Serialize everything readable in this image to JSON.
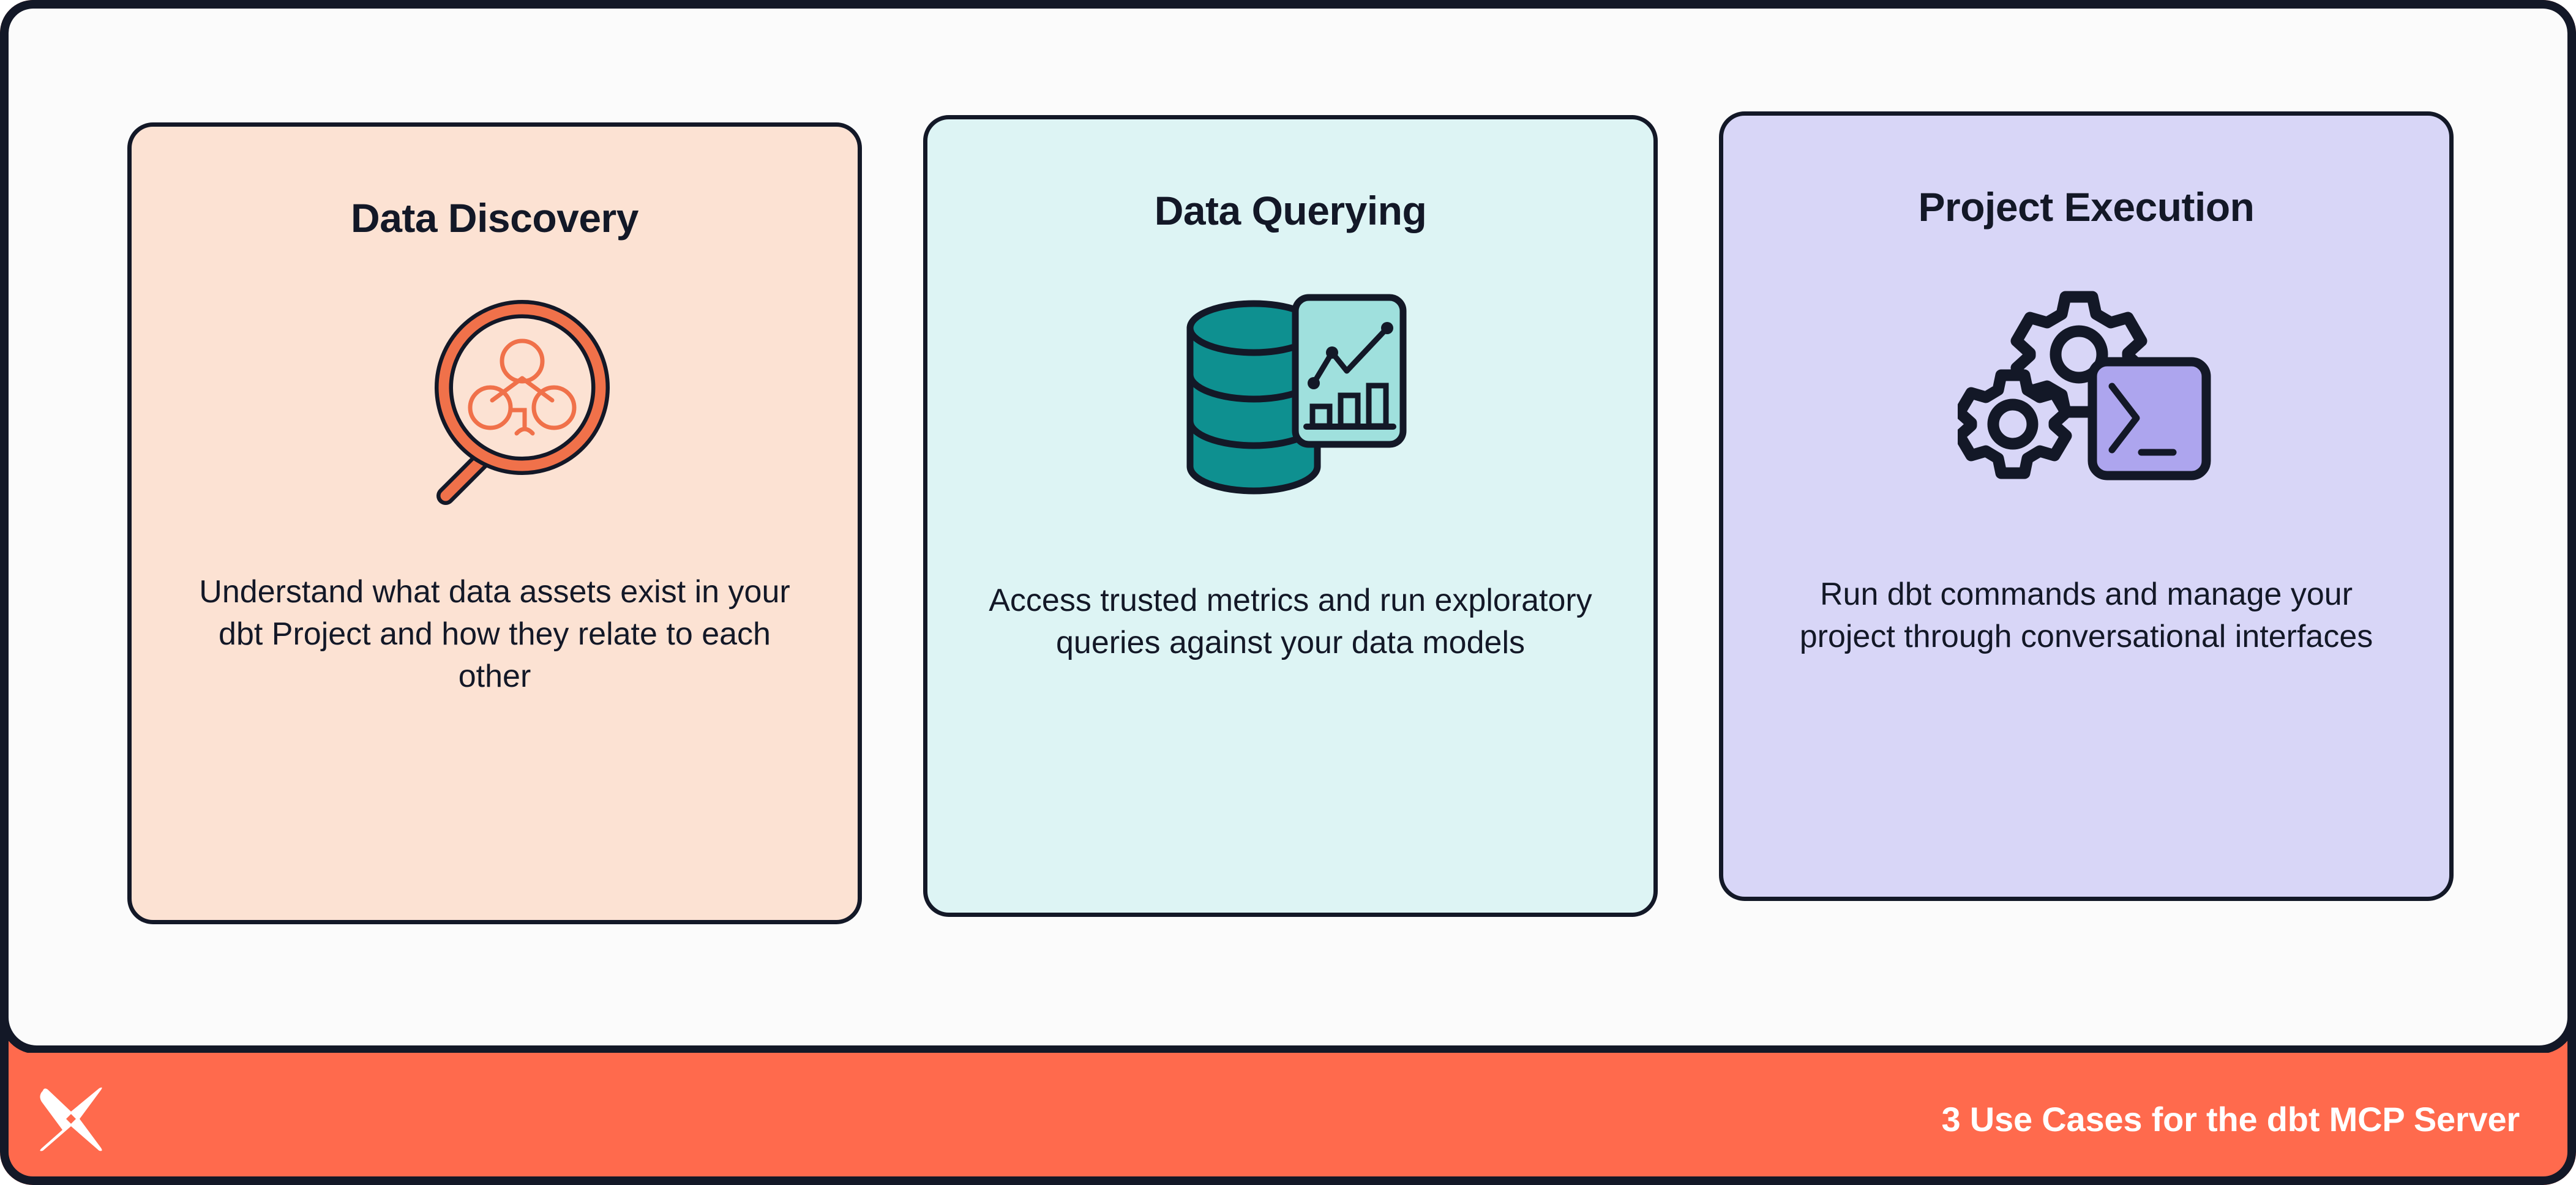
{
  "theme": {
    "ink": "#131827",
    "brand_orange": "#FF6A4D",
    "panel_bg": "#FBFBFB",
    "card1_bg": "#FCE2D3",
    "card2_bg": "#DDF4F4",
    "card3_bg": "#D8D6F7",
    "accent_coral": "#F0714A",
    "accent_teal": "#0E9090",
    "accent_teal_light": "#9FE0DD",
    "accent_purple": "#ADA5EE"
  },
  "cards": [
    {
      "title": "Data Discovery",
      "body": "Understand what data assets exist in your dbt Project and how they relate to each other",
      "icon": "magnifying-glass-lineage-icon"
    },
    {
      "title": "Data Querying",
      "body": "Access trusted metrics and run exploratory queries against your data models",
      "icon": "database-analytics-chart-icon"
    },
    {
      "title": "Project Execution",
      "body": "Run dbt commands and manage your project through conversational interfaces",
      "icon": "gears-terminal-icon"
    }
  ],
  "footer": {
    "logo": "dbt-logo",
    "caption": "3 Use Cases for the dbt MCP Server"
  }
}
